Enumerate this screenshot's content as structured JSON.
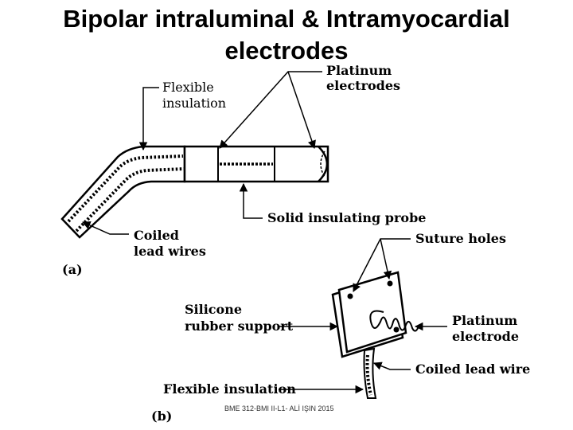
{
  "slide": {
    "title": "Bipolar intraluminal & Intramyocardial electrodes",
    "footer": "BME 312-BMI II-L1- ALİ IŞIN 2015"
  },
  "figure_a": {
    "panel_label": "(a)",
    "labels": {
      "flexible_insulation_1": "Flexible",
      "flexible_insulation_2": "insulation",
      "platinum_electrodes_1": "Platinum",
      "platinum_electrodes_2": "electrodes",
      "solid_probe": "Solid insulating probe",
      "coiled_lead_1": "Coiled",
      "coiled_lead_2": "lead wires"
    }
  },
  "figure_b": {
    "panel_label": "(b)",
    "labels": {
      "suture_holes": "Suture holes",
      "silicone_1": "Silicone",
      "silicone_2": "rubber support",
      "platinum_electrode_1": "Platinum",
      "platinum_electrode_2": "electrode",
      "coiled_lead_wire": "Coiled lead wire",
      "flexible_insulation": "Flexible insulation"
    }
  }
}
